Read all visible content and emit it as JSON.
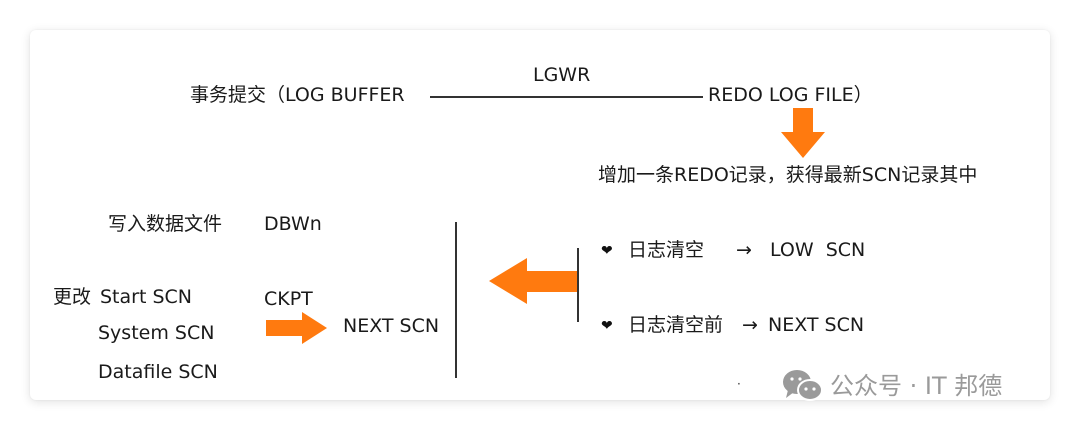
{
  "top_row": {
    "left_label": "事务提交（LOG BUFFER",
    "connector_label": "LGWR",
    "right_label": "REDO LOG FILE）"
  },
  "redo_result": "增加一条REDO记录，获得最新SCN记录其中",
  "left_block": {
    "write_label": "写入数据文件",
    "write_process": "DBWn",
    "change_prefix": "更改",
    "scn_items": [
      "Start SCN",
      "System SCN",
      "Datafile SCN"
    ],
    "ckpt_label": "CKPT",
    "next_scn": "NEXT SCN"
  },
  "right_block": {
    "items": [
      {
        "bullet": "❤",
        "label": "日志清空",
        "arrow": "→",
        "value": "LOW  SCN"
      },
      {
        "bullet": "❤",
        "label": "日志清空前",
        "arrow": "→",
        "value": "NEXT SCN"
      }
    ]
  },
  "colors": {
    "accent_arrow": "#FF7A0F",
    "text": "#1a1a1a",
    "watermark": "#9a9a9a"
  },
  "icons": {
    "down_arrow": "down-arrow-icon",
    "left_arrow": "left-arrow-icon",
    "right_arrow": "right-arrow-icon",
    "heart": "heart-icon",
    "wechat": "wechat-icon"
  },
  "watermark": {
    "dot": "·",
    "text": "公众号 · IT 邦德"
  }
}
